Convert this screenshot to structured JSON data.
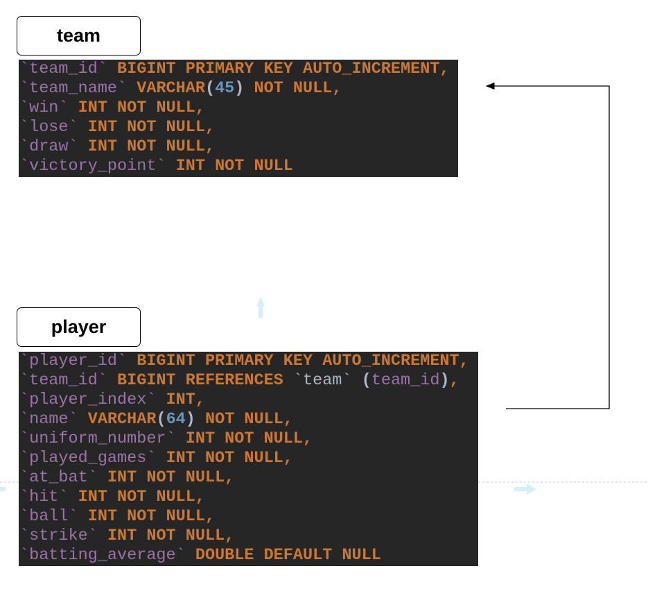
{
  "tables": [
    {
      "name": "team",
      "columns": [
        {
          "name": "`team_id`",
          "def": "BIGINT PRIMARY KEY AUTO_INCREMENT,"
        },
        {
          "name": "`team_name`",
          "def_pre": "VARCHAR",
          "len": "45",
          "def_post": "NOT NULL,"
        },
        {
          "name": "`win`",
          "def": "INT NOT NULL,"
        },
        {
          "name": "`lose`",
          "def": "INT NOT NULL,"
        },
        {
          "name": "`draw`",
          "def": "INT NOT NULL,"
        },
        {
          "name": "`victory_point`",
          "def": "INT NOT NULL"
        }
      ]
    },
    {
      "name": "player",
      "columns": [
        {
          "name": "`player_id`",
          "def": "BIGINT PRIMARY KEY AUTO_INCREMENT,"
        },
        {
          "name": "`team_id`",
          "def": "BIGINT REFERENCES",
          "ref_table": "`team`",
          "ref_col": "team_id",
          "tail": ","
        },
        {
          "name": "`player_index`",
          "def": "INT,"
        },
        {
          "name": "`name`",
          "def_pre": "VARCHAR",
          "len": "64",
          "def_post": "NOT NULL,"
        },
        {
          "name": "`uniform_number`",
          "def": "INT NOT NULL,"
        },
        {
          "name": "`played_games`",
          "def": "INT NOT NULL,"
        },
        {
          "name": "`at_bat`",
          "def": "INT NOT NULL,"
        },
        {
          "name": "`hit`",
          "def": "INT NOT NULL,"
        },
        {
          "name": "`ball`",
          "def": "INT NOT NULL,"
        },
        {
          "name": "`strike`",
          "def": "INT NOT NULL,"
        },
        {
          "name": "`batting_average`",
          "def": "DOUBLE DEFAULT NULL"
        }
      ]
    }
  ],
  "relations": [
    {
      "from": "player.team_id",
      "to": "team.team_id"
    }
  ],
  "colors": {
    "code_bg": "#262626",
    "identifier": "#9a73a8",
    "keyword": "#cc7832",
    "number": "#6897bb",
    "guide": "#dff2fb"
  }
}
